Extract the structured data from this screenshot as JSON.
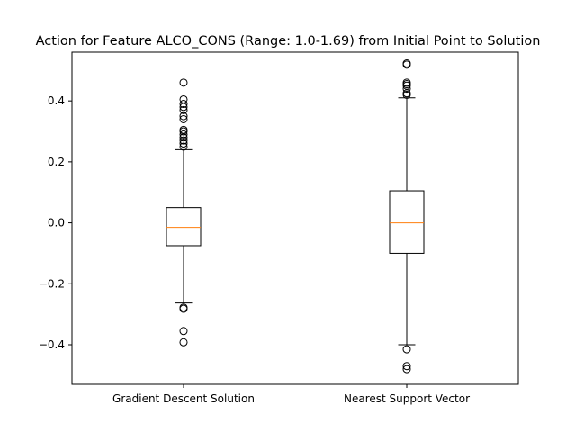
{
  "chart_data": {
    "type": "box",
    "title": "Action for Feature ALCO_CONS (Range: 1.0-1.69) from Initial Point to Solution",
    "xlabel": "",
    "ylabel": "",
    "ylim": [
      -0.53,
      0.56
    ],
    "yticks": [
      -0.4,
      -0.2,
      0.0,
      0.2,
      0.4
    ],
    "ytick_labels": [
      "−0.4",
      "−0.2",
      "0.0",
      "0.2",
      "0.4"
    ],
    "grid": false,
    "categories": [
      "Gradient Descent Solution",
      "Nearest Support Vector"
    ],
    "boxes": [
      {
        "whisker_low": -0.263,
        "q1": -0.075,
        "median": -0.015,
        "q3": 0.05,
        "whisker_high": 0.24,
        "outliers": [
          0.46,
          0.405,
          0.39,
          0.38,
          0.37,
          0.35,
          0.34,
          0.305,
          0.3,
          0.29,
          0.28,
          0.27,
          0.26,
          0.25,
          -0.278,
          -0.282,
          -0.355,
          -0.392
        ]
      },
      {
        "whisker_low": -0.4,
        "q1": -0.1,
        "median": 0.0,
        "q3": 0.105,
        "whisker_high": 0.41,
        "outliers": [
          0.523,
          0.519,
          0.46,
          0.455,
          0.45,
          0.44,
          0.425,
          0.42,
          -0.415,
          -0.47,
          -0.48
        ]
      }
    ],
    "colors": {
      "box": "#000000",
      "median": "#ff7f0e",
      "background": "#ffffff"
    }
  }
}
